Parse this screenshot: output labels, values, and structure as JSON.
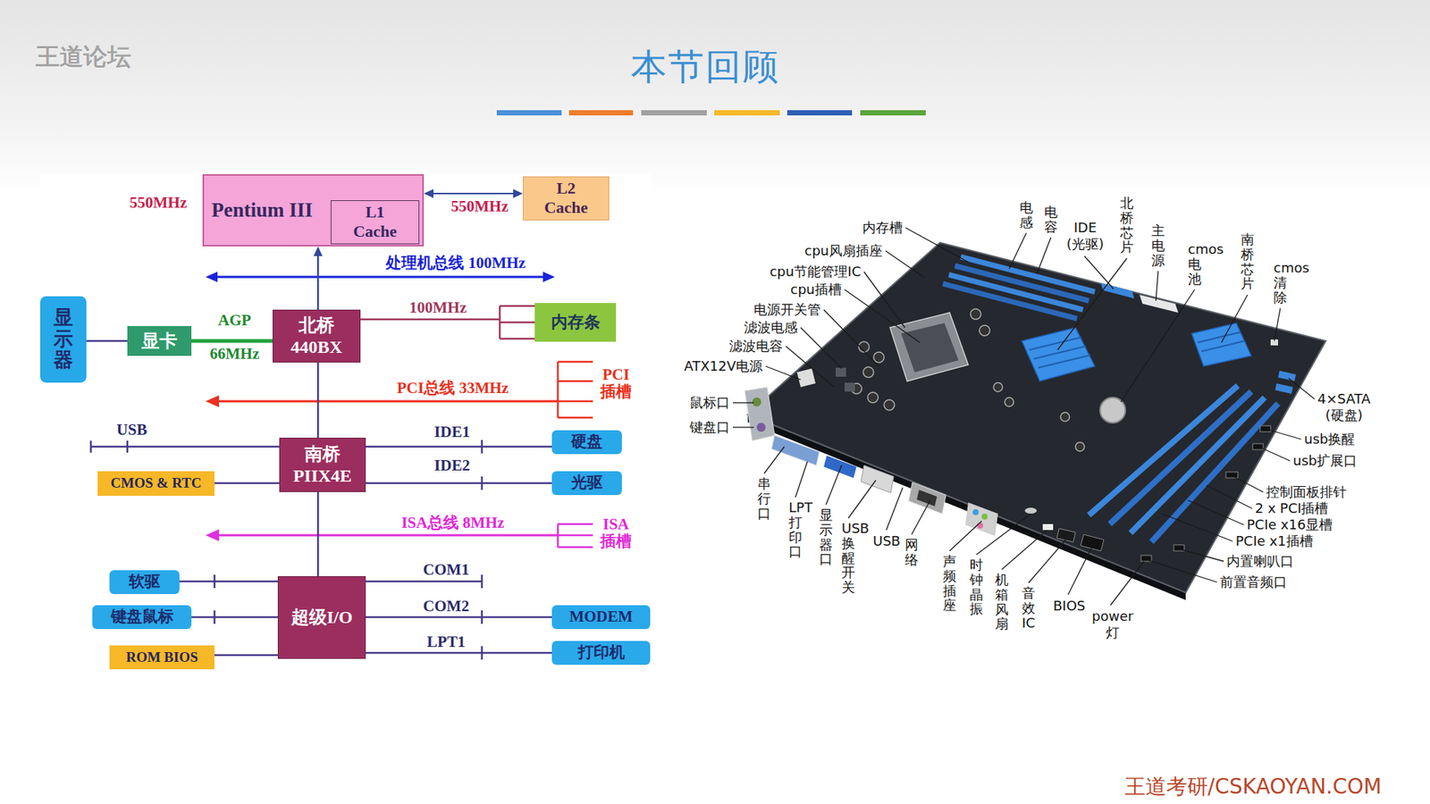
{
  "diagram": {
    "title": "本节回顾",
    "nodes": [
      {
        "text": [
          "Pentium III"
        ]
      },
      {
        "text": [
          "L1 Cache"
        ],
        "in": 0
      },
      {
        "text": [
          "L2 Cache"
        ]
      },
      {
        "text": [
          "显示器"
        ]
      },
      {
        "text": [
          "显卡"
        ]
      },
      {
        "text": [
          "北桥 440BX"
        ]
      },
      {
        "text": [
          "内存条"
        ]
      },
      {
        "text": [
          "南桥 PIIX4E"
        ]
      },
      {
        "text": [
          "硬盘"
        ]
      },
      {
        "text": [
          "CMOS & RTC"
        ]
      },
      {
        "text": [
          "光驱"
        ]
      },
      {
        "text": [
          "软驱"
        ]
      },
      {
        "text": [
          "超级I/O"
        ]
      },
      {
        "text": [
          "键盘鼠标"
        ]
      },
      {
        "text": [
          "MODEM"
        ]
      },
      {
        "text": [
          "ROM BIOS"
        ]
      },
      {
        "text": [
          "打印机"
        ]
      }
    ],
    "edges": [
      {
        "from": 0,
        "to": 2,
        "arrow": "both",
        "label": "550MHz"
      },
      {
        "from": 5,
        "to": 0,
        "arrow": "to"
      },
      {
        "from": 3,
        "to": 4,
        "arrow": "none"
      },
      {
        "from": 4,
        "to": 5,
        "arrow": "none",
        "label": "AGP"
      },
      {
        "from": 5,
        "to": 6,
        "arrow": "none",
        "label": "100MHz"
      },
      {
        "from": 5,
        "to": 7,
        "arrow": "none"
      },
      {
        "from": 7,
        "to": 8,
        "arrow": "none",
        "label": "IDE1"
      },
      {
        "from": 7,
        "to": 9,
        "arrow": "none"
      },
      {
        "from": 7,
        "to": 10,
        "arrow": "none",
        "label": "IDE2"
      },
      {
        "from": 7,
        "to": 12,
        "arrow": "none"
      },
      {
        "from": 12,
        "to": 11,
        "arrow": "none"
      },
      {
        "from": 12,
        "to": 13,
        "arrow": "none"
      },
      {
        "from": 12,
        "to": 14,
        "arrow": "none",
        "label": "COM2"
      },
      {
        "from": 12,
        "to": 15,
        "arrow": "none"
      },
      {
        "from": 12,
        "to": 16,
        "arrow": "none",
        "label": "LPT1"
      }
    ],
    "labels": [
      "王道论坛",
      "550MHz",
      "处理机总线 100MHz",
      "66MHz",
      "PCI 插槽",
      "PCI总线 33MHz",
      "USB",
      "ISA总线 8MHz",
      "ISA 插槽",
      "COM1",
      "内存槽",
      "cpu风扇插座",
      "cpu节能管理IC",
      "cpu插槽",
      "电源开关管",
      "滤波电感",
      "滤波电容",
      "ATX12V电源",
      "鼠标口",
      "键盘口",
      "电感",
      "电容",
      "IDE (光驱)",
      "北桥芯片",
      "主电源",
      "cmos电池",
      "南桥芯片",
      "cmos清除",
      "4×SATA (硬盘)",
      "usb换醒",
      "usb扩展口",
      "控制面板排针",
      "2 x PCI插槽",
      "PCIe x16显槽",
      "PCIe x1插槽",
      "内置喇叭口",
      "前置音频口",
      "串行口",
      "LPT打印口",
      "显示器口",
      "USB换醒开关",
      "USB",
      "网络",
      "声频插座",
      "时钟晶振",
      "机箱风扇",
      "音效IC",
      "BIOS",
      "power 灯",
      "王道考研/CSKAOYAN.COM"
    ]
  }
}
